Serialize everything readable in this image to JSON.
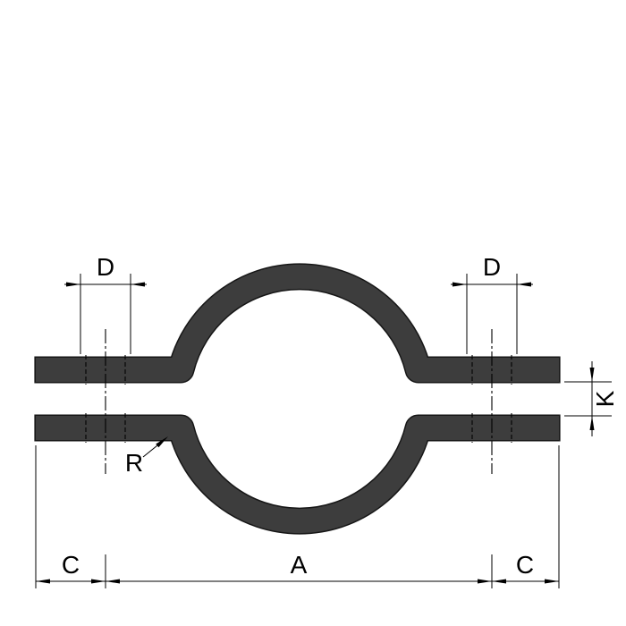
{
  "drawing": {
    "labels": {
      "d_left": "D",
      "d_right": "D",
      "k": "K",
      "r": "R",
      "a": "A",
      "c_left": "C",
      "c_right": "C"
    },
    "colors": {
      "strap": "#3d3d3d",
      "strap_edge": "#161616",
      "line": "#000000",
      "background": "#ffffff"
    }
  }
}
